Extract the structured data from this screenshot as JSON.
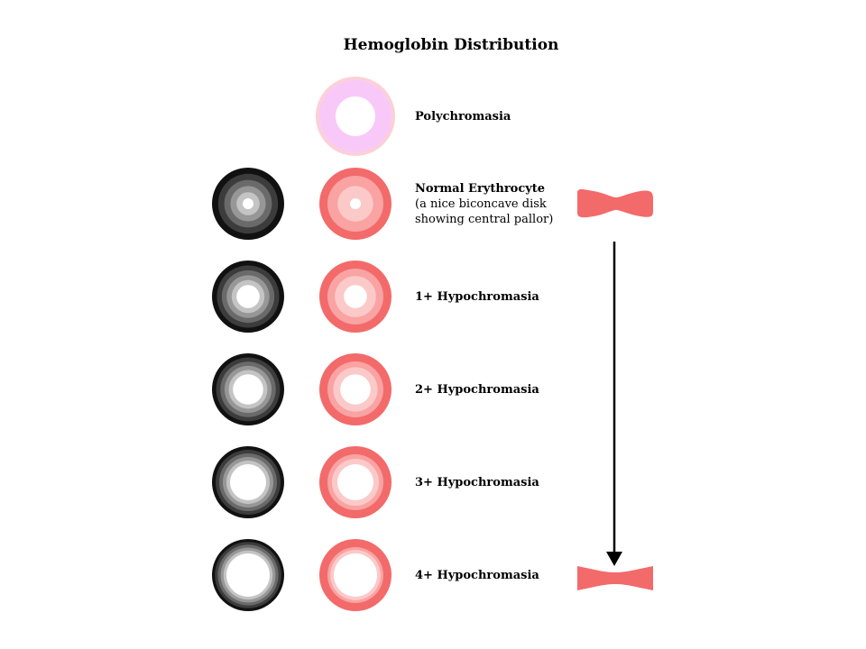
{
  "title": "Hemoglobin Distribution",
  "rows": [
    {
      "id": "polychromasia",
      "label": "Polychromasia",
      "sublines": [],
      "grayscale": false,
      "polychromasia": true,
      "pallor": 0.5
    },
    {
      "id": "normal",
      "label": "Normal Erythrocyte",
      "sublines": [
        "(a nice biconcave disk",
        "showing central pallor)"
      ],
      "grayscale": true,
      "polychromasia": false,
      "pallor": 0.15
    },
    {
      "id": "hypo-1",
      "label": "1+ Hypochromasia",
      "sublines": [],
      "grayscale": true,
      "polychromasia": false,
      "pallor": 0.32
    },
    {
      "id": "hypo-2",
      "label": "2+ Hypochromasia",
      "sublines": [],
      "grayscale": true,
      "polychromasia": false,
      "pallor": 0.42
    },
    {
      "id": "hypo-3",
      "label": "3+ Hypochromasia",
      "sublines": [],
      "grayscale": true,
      "polychromasia": false,
      "pallor": 0.5
    },
    {
      "id": "hypo-4",
      "label": "4+ Hypochromasia",
      "sublines": [],
      "grayscale": true,
      "polychromasia": false,
      "pallor": 0.6
    }
  ],
  "side_view": {
    "top_shape": "biconcave-disk",
    "bottom_shape": "thin-disk",
    "arrow": "down"
  },
  "colors": {
    "red_outer": "#f36a6a",
    "red_mid": "#f9a3a3",
    "red_inner": "#fcc9c9",
    "pink_outer": "#fbd0d8",
    "pink_inner": "#f8c9f8",
    "gray_outer": "#111111",
    "side_view": "#f36a6a",
    "arrow": "#000000"
  }
}
